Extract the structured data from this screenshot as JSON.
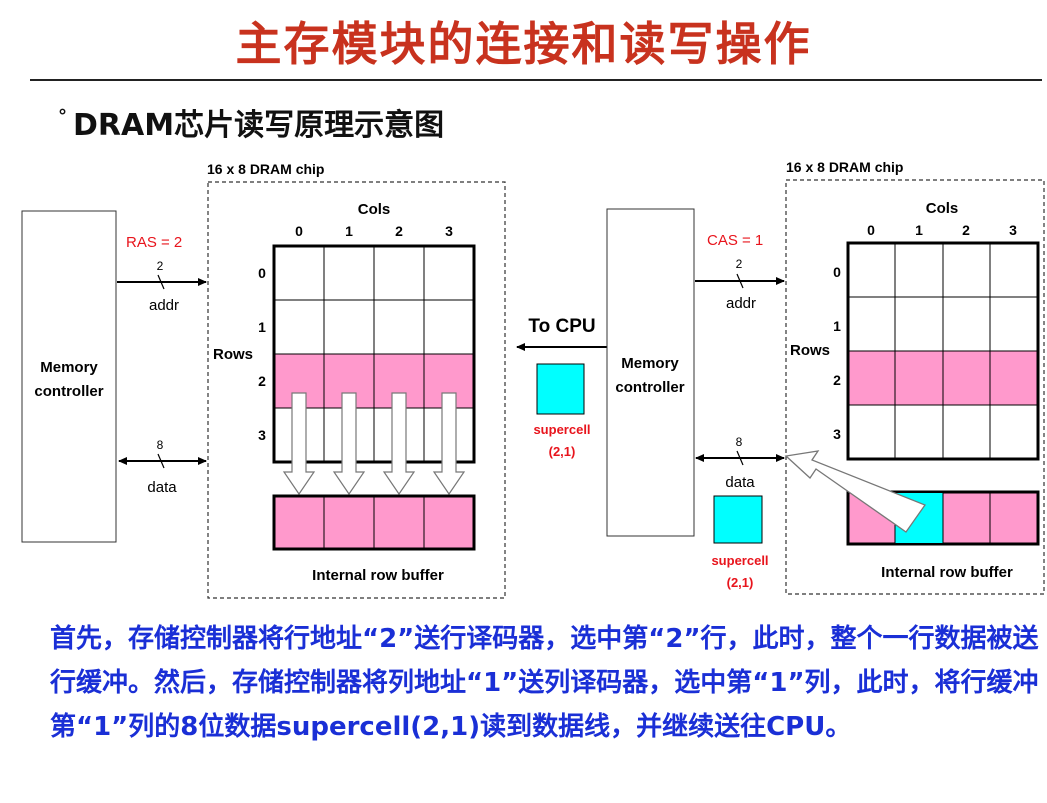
{
  "title": "主存模块的连接和读写操作",
  "subtitle": "DRAM芯片读写原理示意图",
  "left": {
    "chip_label": "16 x 8 DRAM chip",
    "controller_label": [
      "Memory",
      "controller"
    ],
    "signal": "RAS = 2",
    "addr_bits": "2",
    "addr_label": "addr",
    "data_bits": "8",
    "data_label": "data",
    "cols_label": "Cols",
    "rows_label": "Rows",
    "col_indices": [
      "0",
      "1",
      "2",
      "3"
    ],
    "row_indices": [
      "0",
      "1",
      "2",
      "3"
    ],
    "buffer_label": "Internal row buffer"
  },
  "right": {
    "chip_label": "16 x 8 DRAM chip",
    "controller_label": [
      "Memory",
      "controller"
    ],
    "signal": "CAS = 1",
    "addr_bits": "2",
    "addr_label": "addr",
    "data_bits": "8",
    "data_label": "data",
    "cols_label": "Cols",
    "rows_label": "Rows",
    "col_indices": [
      "0",
      "1",
      "2",
      "3"
    ],
    "row_indices": [
      "0",
      "1",
      "2",
      "3"
    ],
    "buffer_label": "Internal row buffer",
    "to_cpu": "To CPU",
    "supercell_label": "supercell",
    "supercell_coord": "(2,1)"
  },
  "description": "首先，存储控制器将行地址“2”送行译码器，选中第“2”行，此时，整个一行数据被送行缓冲。然后，存储控制器将列地址“1”送列译码器，选中第“1”列，此时，将行缓冲第“1”列的8位数据supercell(2,1)读到数据线，并继续送往CPU。",
  "colors": {
    "title": "#c8321e",
    "description": "#1a2fd6",
    "signal": "#e8141c",
    "selected_row": "#ff99cc",
    "supercell": "#00ffff"
  }
}
